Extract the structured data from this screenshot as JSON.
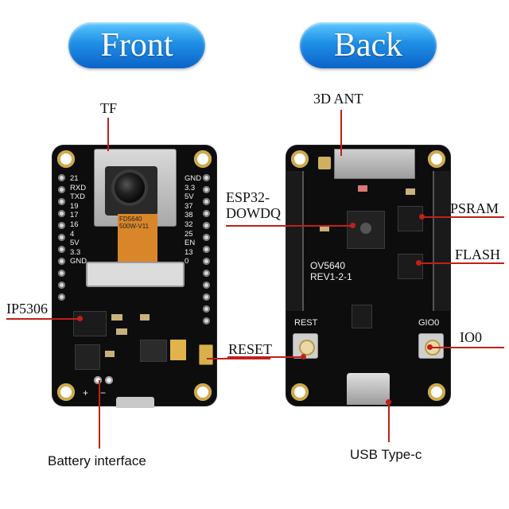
{
  "titles": {
    "front": "Front",
    "back": "Back"
  },
  "callouts": {
    "tf": "TF",
    "ip5306": "IP5306",
    "battery": "Battery interface",
    "reset": "RESET",
    "ant": "3D ANT",
    "esp32_line1": "ESP32-",
    "esp32_line2": "DOWDQ",
    "psram": "PSRAM",
    "flash": "FLASH",
    "io0": "IO0",
    "usb": "USB Type-c"
  },
  "front_board": {
    "left_pins": [
      "21",
      "RXD",
      "TXD",
      "19",
      "17",
      "16",
      "4",
      "5V",
      "3.3",
      "GND"
    ],
    "right_pins": [
      "GND",
      "3.3",
      "5V",
      "37",
      "38",
      "32",
      "25",
      "EN",
      "13",
      "0"
    ],
    "camera_label_1": "FD5640",
    "camera_label_2": "500W-V11",
    "plus": "+",
    "minus": "−"
  },
  "back_board": {
    "ov_label_1": "OV5640",
    "ov_label_2": "REV1-2-1",
    "rest_label": "REST",
    "gio0_label": "GIO0"
  },
  "colors": {
    "lead": "#c0201a",
    "pill_top": "#5cc8ff",
    "pill_bottom": "#0b63c8",
    "pcb": "#0d0d0d"
  }
}
